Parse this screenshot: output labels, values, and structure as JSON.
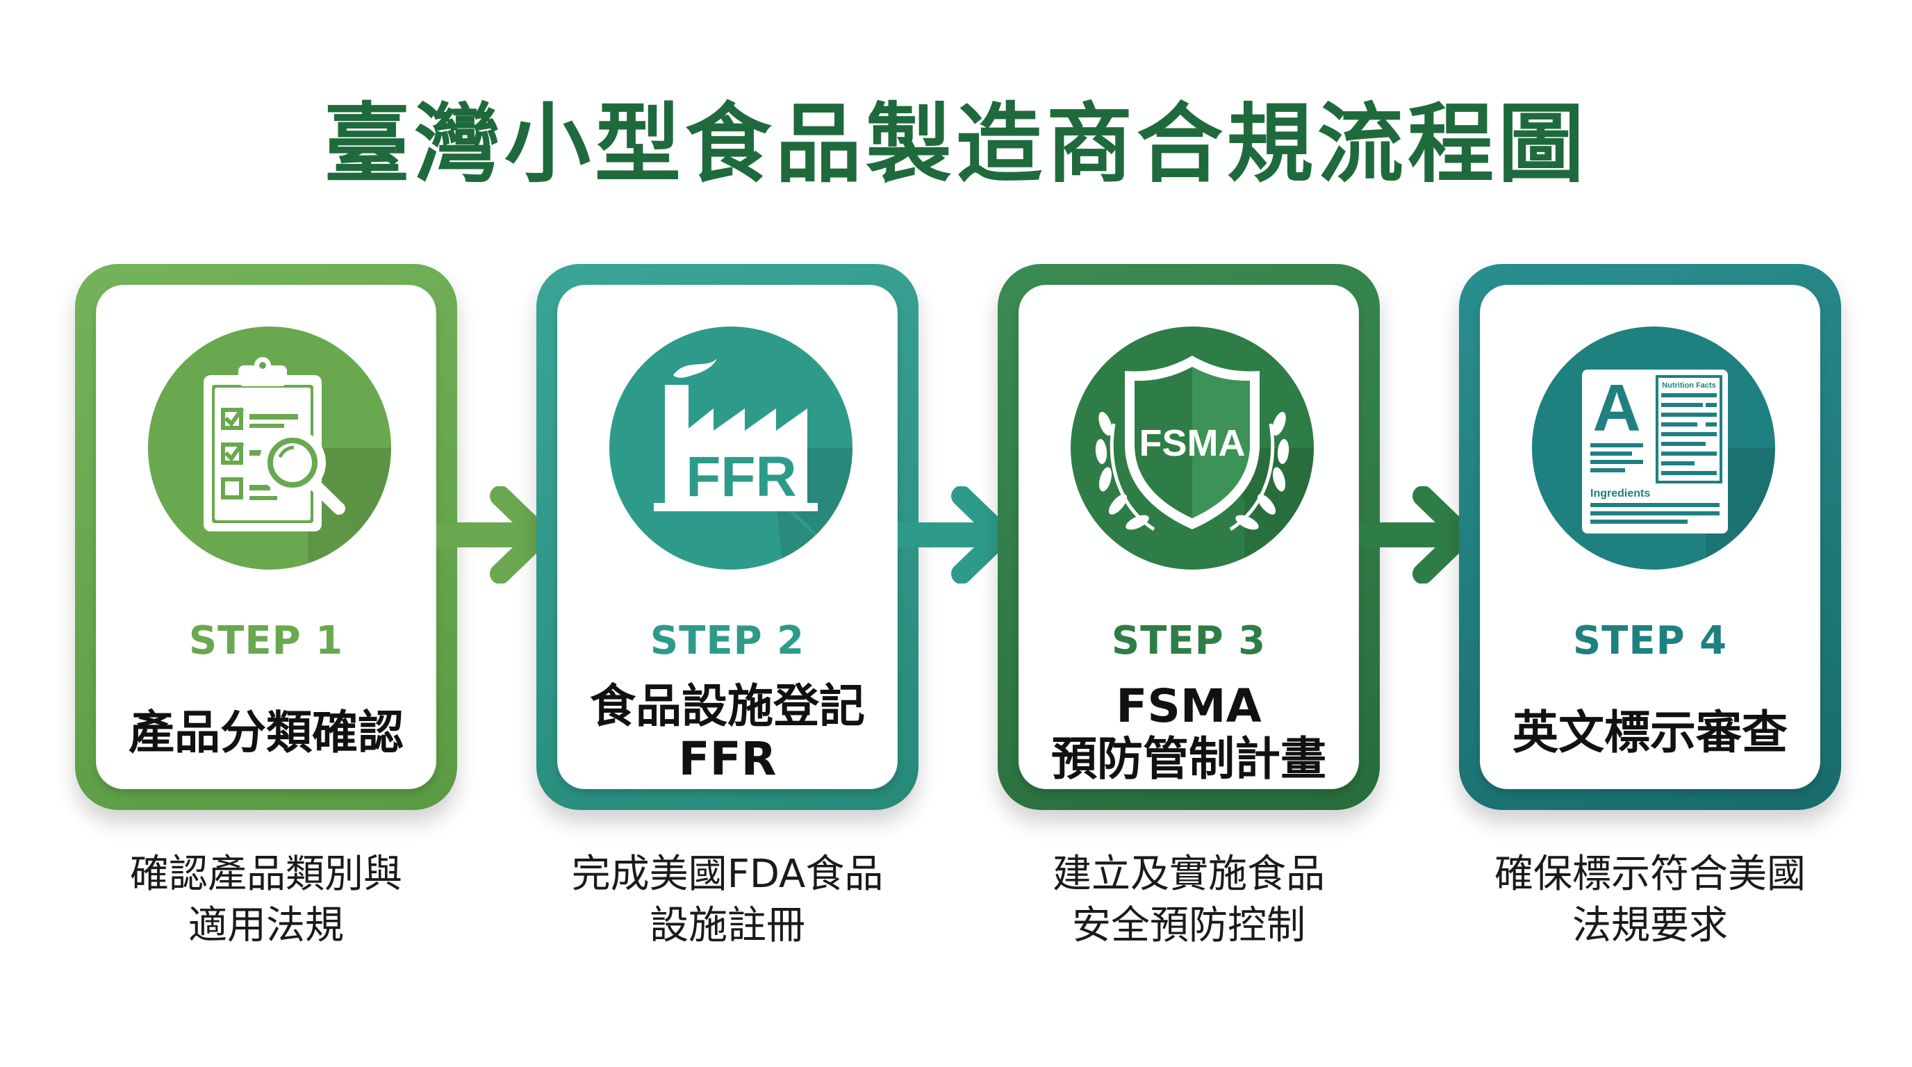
{
  "title": "臺灣小型食品製造商合規流程圖",
  "colors": {
    "title": "#1f6a3c",
    "step1": "#6aa84f",
    "step2": "#2e9b8a",
    "step3": "#2f7d46",
    "step4": "#1f8080"
  },
  "steps": [
    {
      "label": "STEP 1",
      "name_lines": [
        "產品分類確認"
      ],
      "desc_lines": [
        "確認產品類別與",
        "適用法規"
      ],
      "icon": "clipboard-checklist-magnifier-icon"
    },
    {
      "label": "STEP 2",
      "name_lines": [
        "食品設施登記",
        "FFR"
      ],
      "desc_lines": [
        "完成美國FDA食品",
        "設施註冊"
      ],
      "icon": "factory-icon",
      "icon_text": "FFR"
    },
    {
      "label": "STEP 3",
      "name_lines": [
        "FSMA",
        "預防管制計畫"
      ],
      "desc_lines": [
        "建立及實施食品",
        "安全預防控制"
      ],
      "icon": "shield-laurel-icon",
      "icon_text": "FSMA"
    },
    {
      "label": "STEP 4",
      "name_lines": [
        "英文標示審查"
      ],
      "desc_lines": [
        "確保標示符合美國",
        "法規要求"
      ],
      "icon": "label-document-icon",
      "icon_text_letter": "A",
      "icon_text_facts": "Nutrition Facts",
      "icon_text_ingredients": "Ingredients"
    }
  ]
}
